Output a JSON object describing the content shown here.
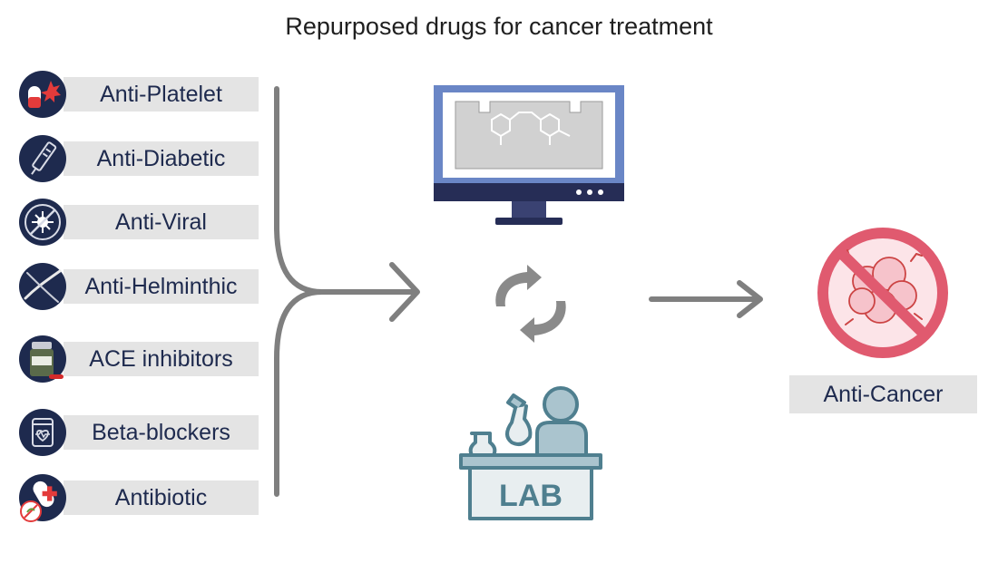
{
  "title": "Repurposed drugs for cancer treatment",
  "drug_classes": [
    {
      "label": "Anti-Platelet",
      "icon": "pill-icon"
    },
    {
      "label": "Anti-Diabetic",
      "icon": "insulin-pen-icon"
    },
    {
      "label": "Anti-Viral",
      "icon": "no-virus-icon"
    },
    {
      "label": "Anti-Helminthic",
      "icon": "worm-icon"
    },
    {
      "label": "ACE inhibitors",
      "icon": "pill-bottle-icon"
    },
    {
      "label": "Beta-blockers",
      "icon": "heart-medicine-icon"
    },
    {
      "label": "Antibiotic",
      "icon": "antibiotic-capsule-icon"
    }
  ],
  "middle": {
    "computer_icon": "monitor-molecule-icon",
    "cycle_icon": "refresh-cycle-icon",
    "lab_icon": "lab-scientist-icon",
    "lab_text": "LAB"
  },
  "outcome": {
    "label": "Anti-Cancer",
    "icon": "no-cancer-icon"
  },
  "colors": {
    "navy": "#1e2a4e",
    "label_bg": "#e4e4e4",
    "arrow": "#7f7f7f",
    "monitor_frame": "#6a86c6",
    "monitor_base": "#262d56",
    "lab_teal": "#4f7f8f",
    "cancer_ring": "#e05a6f",
    "cancer_fill": "#f6c3cb"
  }
}
